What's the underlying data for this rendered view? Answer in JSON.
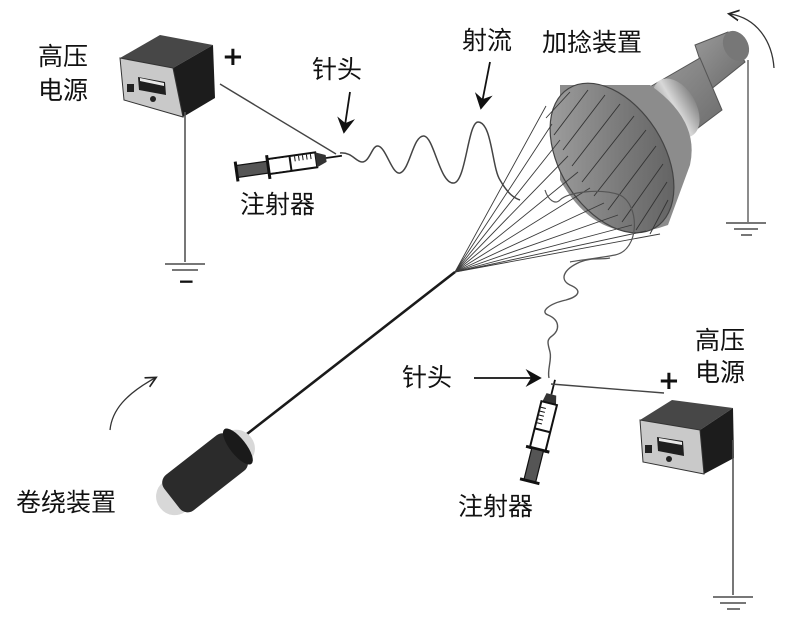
{
  "diagram": {
    "title": "",
    "labels": {
      "hv_supply_left_line1": "高压",
      "hv_supply_left_line2": "电源",
      "hv_supply_right_line1": "高压",
      "hv_supply_right_line2": "电源",
      "needle_top": "针头",
      "needle_bottom": "针头",
      "jet": "射流",
      "twisting_device": "加捻装置",
      "syringe_top": "注射器",
      "syringe_bottom": "注射器",
      "winding_device": "卷绕装置",
      "plus_left": "+",
      "plus_right": "+",
      "minus_left": "−"
    },
    "components": [
      {
        "id": "hv-supply-left",
        "name": "高压电源",
        "polarity_output": "+",
        "grounded": true
      },
      {
        "id": "syringe-top",
        "name": "注射器",
        "connected_to": "hv-supply-left"
      },
      {
        "id": "needle-top",
        "name": "针头"
      },
      {
        "id": "jet-top",
        "name": "射流",
        "target": "twisting-device"
      },
      {
        "id": "twisting-device",
        "name": "加捻装置",
        "rotating": true,
        "grounded": true
      },
      {
        "id": "hv-supply-right",
        "name": "高压电源",
        "polarity_output": "+",
        "grounded": true
      },
      {
        "id": "syringe-bottom",
        "name": "注射器",
        "connected_to": "hv-supply-right"
      },
      {
        "id": "needle-bottom",
        "name": "针头"
      },
      {
        "id": "jet-bottom",
        "target": "twisting-device"
      },
      {
        "id": "yarn",
        "from": "twisting-device",
        "to": "winding-device"
      },
      {
        "id": "winding-device",
        "name": "卷绕装置",
        "rotating": true
      }
    ],
    "colors": {
      "ink": "#111111",
      "box_top": "#4a4a4a",
      "box_side": "#1c1c1c",
      "box_front": "#c8c8c8",
      "cone_dark": "#6e6e6e",
      "cone_light": "#b5b5b5",
      "roll_dark": "#2a2a2a",
      "roll_light": "#d6d6d6",
      "wire": "#555555"
    }
  }
}
